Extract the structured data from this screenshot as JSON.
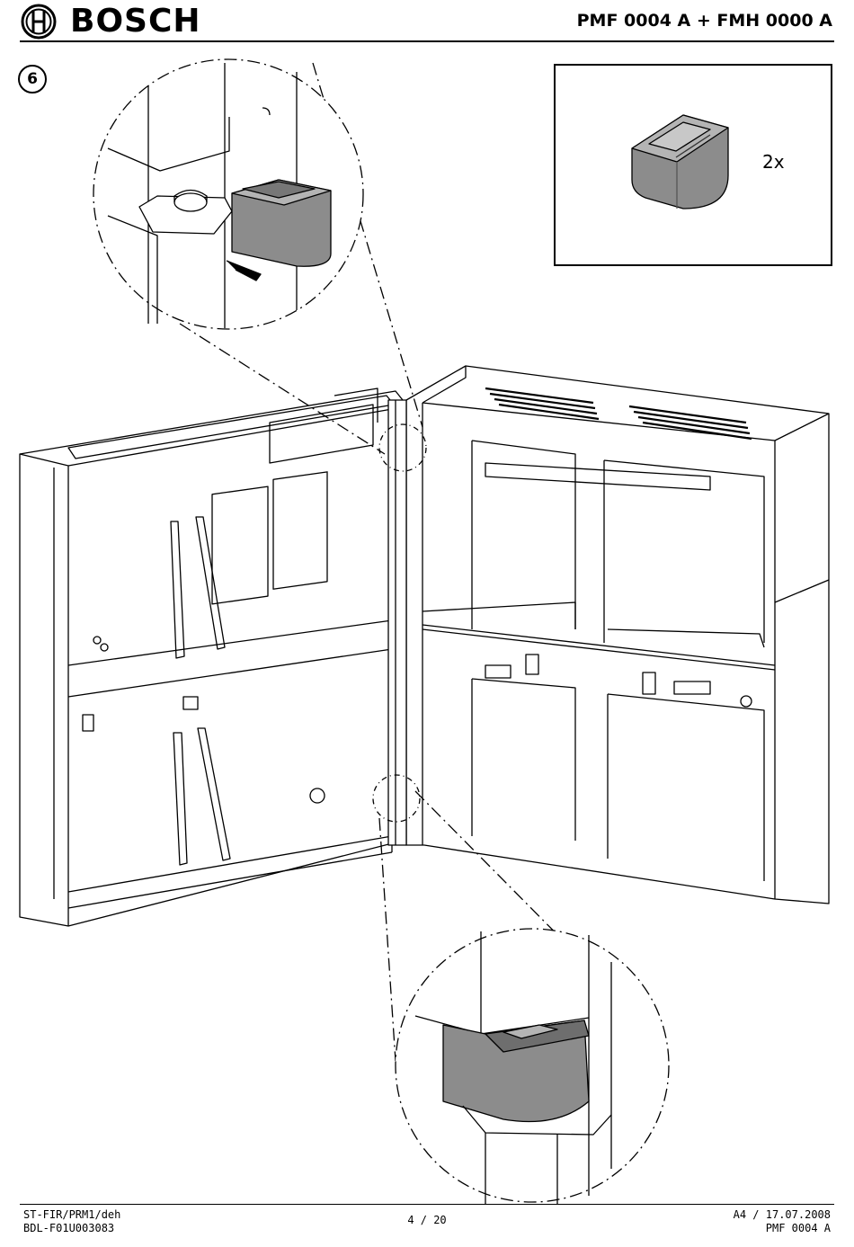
{
  "header": {
    "brand_name": "BOSCH",
    "logo_icon": "bosch-armature-logo-icon",
    "document_title": "PMF 0004 A + FMH 0000 A"
  },
  "step": {
    "number": "6"
  },
  "inset": {
    "quantity_label": "2x",
    "part_icon": "hinge-cap-icon"
  },
  "footer": {
    "left_line1": "ST-FIR/PRM1/deh",
    "left_line2": "BDL-F01U003083",
    "page_number": "4 / 20",
    "right_line1": "A4 / 17.07.2008",
    "right_line2": "PMF 0004 A"
  },
  "colors": {
    "line": "#000000",
    "part_fill": "#8c8c8c",
    "part_top": "#b4b4b4",
    "background": "#ffffff"
  }
}
